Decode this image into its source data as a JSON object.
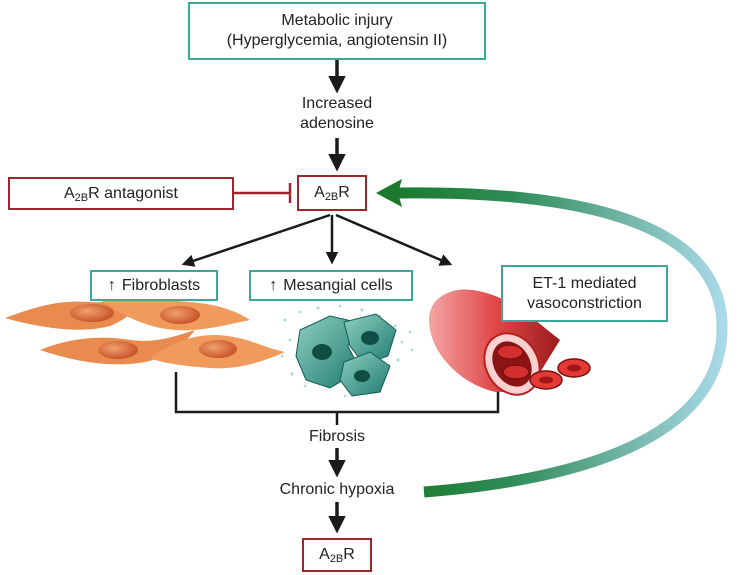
{
  "colors": {
    "teal_border": "#3aa99b",
    "red_border": "#a0242b",
    "fibroblast": "#e98a4e",
    "mesangial": "#1e7a6e",
    "vessel": "#c62828",
    "feedback_arrow_start": "#1b7a2c",
    "feedback_arrow_end": "#a9d9e8"
  },
  "nodes": {
    "metabolic_injury": {
      "line1": "Metabolic injury",
      "line2": "(Hyperglycemia, angiotensin II)"
    },
    "increased_adenosine": {
      "line1": "Increased",
      "line2": "adenosine"
    },
    "a2br_top": {
      "main": "A",
      "sub": "2B",
      "tail": "R"
    },
    "antagonist": {
      "main": "A",
      "sub": "2B",
      "tail": "R antagonist"
    },
    "fibroblasts": {
      "arrow": "↑",
      "text": "Fibroblasts"
    },
    "mesangial": {
      "arrow": "↑",
      "text": "Mesangial cells"
    },
    "et1": {
      "line1": "ET-1 mediated",
      "line2": "vasoconstriction"
    },
    "fibrosis": "Fibrosis",
    "chronic_hypoxia": "Chronic hypoxia",
    "a2br_bottom": {
      "main": "A",
      "sub": "2B",
      "tail": "R"
    }
  },
  "icons": {
    "fibroblast_cells": "fibroblast-cells-icon",
    "mesangial_cells": "mesangial-cells-icon",
    "blood_vessel": "blood-vessel-icon"
  }
}
